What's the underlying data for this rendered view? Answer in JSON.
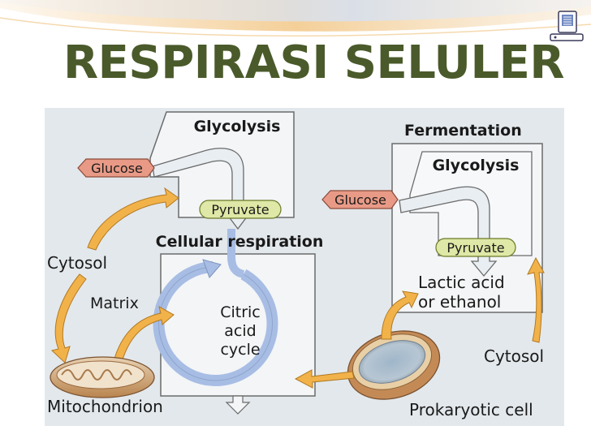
{
  "slide": {
    "title": "RESPIRASI SELULER"
  },
  "diagram": {
    "labels": {
      "glycolysis_left": "Glycolysis",
      "glucose_left": "Glucose",
      "pyruvate_left": "Pyruvate",
      "cellular_respiration": "Cellular respiration",
      "citric_line1": "Citric",
      "citric_line2": "acid",
      "citric_line3": "cycle",
      "cytosol_left": "Cytosol",
      "matrix": "Matrix",
      "mitochondrion": "Mitochondrion",
      "fermentation": "Fermentation",
      "glycolysis_right": "Glycolysis",
      "glucose_right": "Glucose",
      "pyruvate_right": "Pyruvate",
      "lactic_line1": "Lactic acid",
      "lactic_line2": "or ethanol",
      "cytosol_right": "Cytosol",
      "prokaryotic_cell": "Prokaryotic cell"
    },
    "colors": {
      "title": "#4a5a2a",
      "box_fill": "#eef1f4",
      "box_stroke": "#6b6b6b",
      "flow_arrow_fill": "#f2f5f8",
      "glucose_tag": "#e89a86",
      "pyruvate_tag": "#dfe8a6",
      "orange_arrow": "#f2b24a",
      "cycle_arrow": "#a8bde4"
    },
    "icon": "computer-icon"
  }
}
